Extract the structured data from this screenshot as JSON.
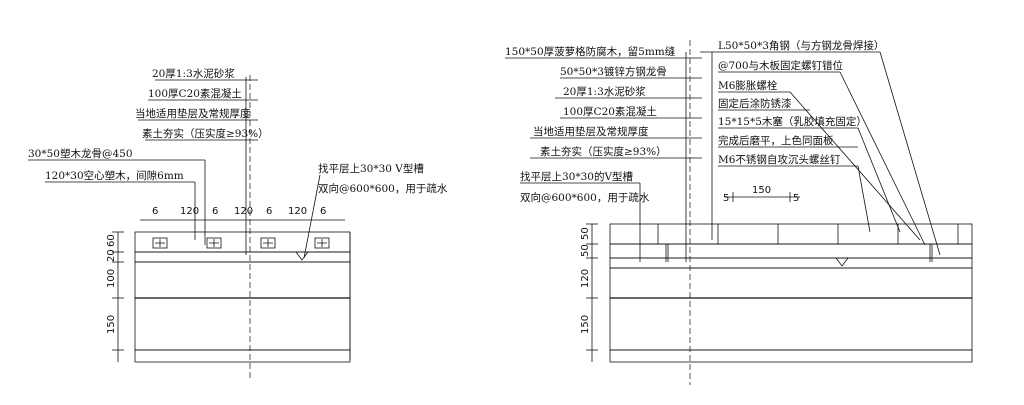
{
  "left_detail": {
    "layer_labels": [
      "20厚1:3水泥砂浆",
      "100厚C20素混凝土",
      "当地适用垫层及常规厚度",
      "素土夯实（压实度≥93%）"
    ],
    "joist_label": "30*50塑木龙骨@450",
    "board_label": "120*30空心塑木，间隙6mm",
    "groove_label_1": "找平层上30*30 V型槽",
    "groove_label_2": "双向@600*600，用于疏水",
    "top_dims": [
      "6",
      "120",
      "6",
      "120",
      "6",
      "120",
      "6"
    ],
    "side_dims": [
      "60",
      "20",
      "100",
      "150"
    ]
  },
  "right_detail": {
    "left_labels": [
      "150*50厚菠萝格防腐木，留5mm缝",
      "50*50*3镀锌方钢龙骨",
      "20厚1:3水泥砂浆",
      "100厚C20素混凝土",
      "当地适用垫层及常规厚度",
      "素土夯实（压实度≥93%）"
    ],
    "groove_label_1": "找平层上30*30的V型槽",
    "groove_label_2": "双向@600*600，用于疏水",
    "right_labels": [
      "L50*50*3角钢（与方钢龙骨焊接）",
      "@700与木板固定螺钉错位",
      "M6膨胀螺栓",
      "固定后涂防锈漆",
      "15*15*5木塞（乳胶填充固定）",
      "完成后磨平，上色同面板",
      "M6不锈钢自攻沉头螺丝钉"
    ],
    "top_dims": [
      "5",
      "150",
      "5"
    ],
    "side_dims": [
      "50",
      "50",
      "120",
      "150"
    ]
  },
  "colors": {
    "ink": "#111111",
    "background": "#ffffff"
  }
}
